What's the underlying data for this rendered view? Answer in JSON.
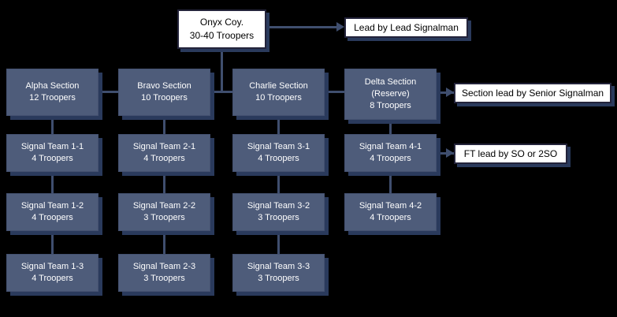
{
  "colors": {
    "background": "#000000",
    "node_fill": "#4e5c7a",
    "node_text": "#ffffff",
    "node_shadow": "#2a3a5c",
    "connector": "#3f4e6e",
    "callout_fill": "#ffffff",
    "callout_border": "#23233a",
    "callout_text": "#000000"
  },
  "root": {
    "label": "Onyx Coy.\n30-40 Troopers"
  },
  "callouts": {
    "company_lead": "Lead by Lead Signalman",
    "section_lead": "Section lead by Senior Signalman",
    "team_lead": "FT lead by SO or 2SO"
  },
  "sections": [
    {
      "label": "Alpha Section\n12 Troopers"
    },
    {
      "label": "Bravo Section\n10 Troopers"
    },
    {
      "label": "Charlie Section\n10 Troopers"
    },
    {
      "label": "Delta Section\n(Reserve)\n8 Troopers"
    }
  ],
  "teams": [
    {
      "label": "Signal Team 1-1\n4 Troopers"
    },
    {
      "label": "Signal Team 2-1\n4 Troopers"
    },
    {
      "label": "Signal Team 3-1\n4 Troopers"
    },
    {
      "label": "Signal Team 4-1\n4 Troopers"
    },
    {
      "label": "Signal Team 1-2\n4 Troopers"
    },
    {
      "label": "Signal Team 2-2\n3 Troopers"
    },
    {
      "label": "Signal Team 3-2\n3 Troopers"
    },
    {
      "label": "Signal Team 4-2\n4 Troopers"
    },
    {
      "label": "Signal Team 1-3\n4 Troopers"
    },
    {
      "label": "Signal Team 2-3\n3 Troopers"
    },
    {
      "label": "Signal Team 3-3\n3 Troopers"
    }
  ]
}
